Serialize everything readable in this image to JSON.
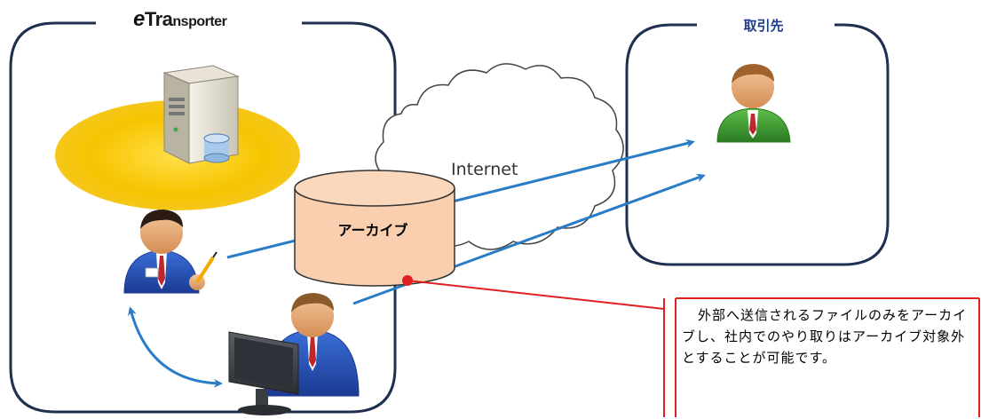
{
  "logo": {
    "prefix": "e",
    "main": "Tra",
    "rest": "nsporter"
  },
  "partner": {
    "title": "取引先"
  },
  "network": {
    "label": "Internet"
  },
  "archive": {
    "label": "アーカイブ"
  },
  "callout": {
    "text": "外部へ送信されるファイルのみをアーカイブし、社内でのやり取りはアーカイブ対象外とすることが可能です。"
  },
  "colors": {
    "frame": "#1f2f4f",
    "arrow": "#2a7cc7",
    "archive_fill": "#f9cfb0",
    "server_glow": "#f7c400",
    "callout_line": "#e02020",
    "partner_title": "#1f3d8a"
  },
  "icons": [
    "tiger-logo-icon",
    "server-icon",
    "cloud-icon",
    "person-icon",
    "computer-icon"
  ]
}
